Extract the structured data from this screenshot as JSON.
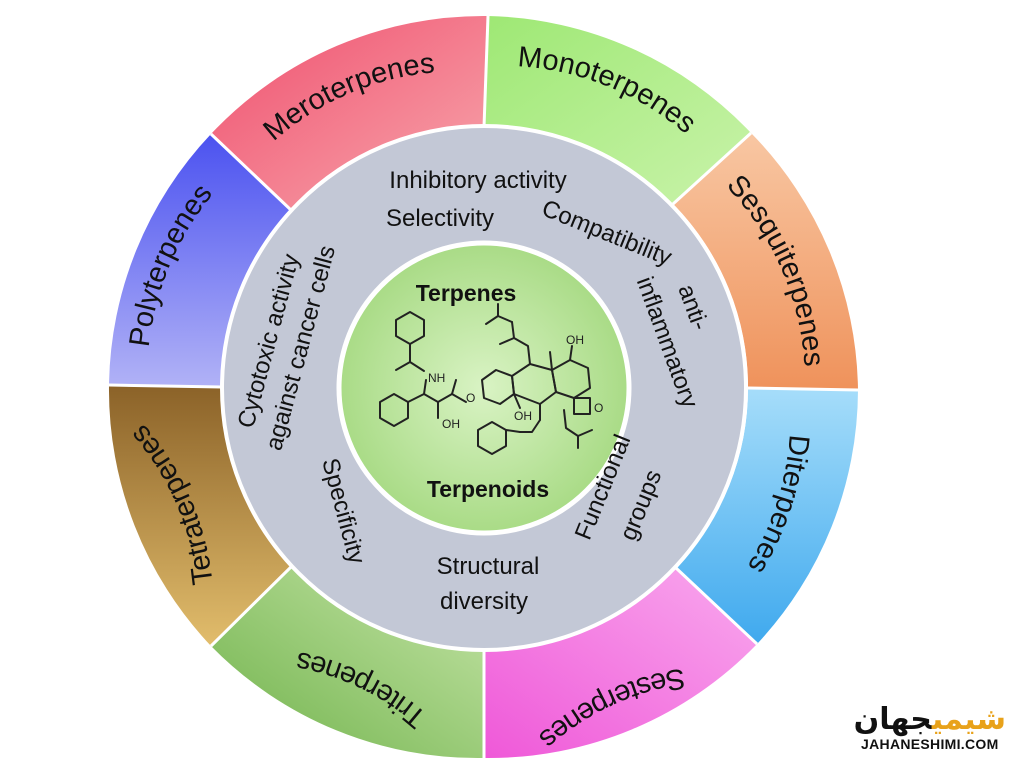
{
  "outer_ring": {
    "meroterpenes": "Meroterpenes",
    "monoterpenes": "Monoterpenes",
    "sesquiterpenes": "Sesquiterpenes",
    "diterpenes": "Diterpenes",
    "sesterpenes": "Sesterpenes",
    "triterpenes": "Triterpenes",
    "tetraterpenes": "Tetraterpenes",
    "polyterpenes": "Polyterpenes"
  },
  "middle_ring": {
    "inhibitory_activity": "Inhibitory activity",
    "selectivity": "Selectivity",
    "compatibility": "Compatibility",
    "anti": "anti-",
    "inflammatory": "inflammatory",
    "functional": "Functional",
    "groups": "groups",
    "structural": "Structural",
    "diversity": "diversity",
    "specificity": "Specificity",
    "cytotoxic_activity": "Cytotoxic activity",
    "against_cancer_cells": "against cancer cells"
  },
  "center": {
    "title_top": "Terpenes",
    "title_bottom": "Terpenoids",
    "atoms": {
      "nh": "NH",
      "oh": "OH",
      "o": "O"
    }
  },
  "watermark": {
    "logo_main": "جهان",
    "logo_accent": "شیمی",
    "url": "JAHANESHIMI.COM"
  },
  "colors": {
    "outer_ring_background": "#ffffff",
    "middle_ring": "#c3c8d6",
    "center_disc": "#bfe6a3",
    "meroterpenes": "#f2667e",
    "monoterpenes": "#a6ec82",
    "sesquiterpenes": "#f4a97a",
    "diterpenes": "#76c8f5",
    "sesterpenes": "#f37ee0",
    "triterpenes": "#93c970",
    "tetraterpenes": "#b98a45",
    "polyterpenes": "#6a6df2"
  }
}
